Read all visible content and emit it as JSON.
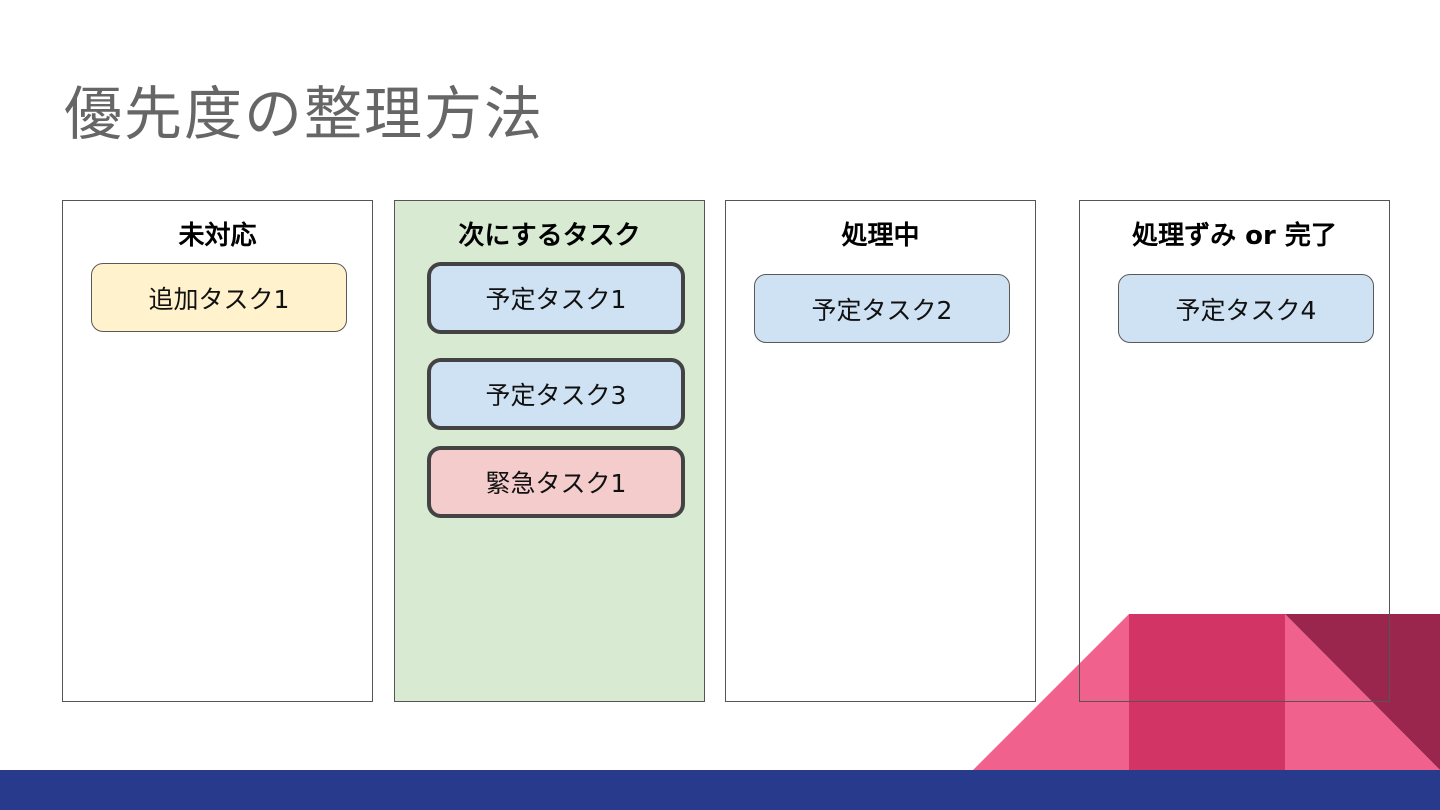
{
  "slide": {
    "title": "優先度の整理方法"
  },
  "colors": {
    "bottom_bar": "#283a8c",
    "decor_light_pink": "#f0618e",
    "decor_deep_pink": "#d23466",
    "decor_maroon": "#9a264e",
    "column_green": "#d9ead3",
    "card_yellow": "#fff2cc",
    "card_blue": "#cfe2f3",
    "card_pink": "#f4cccc"
  },
  "columns": [
    {
      "header": "未対応",
      "cards": [
        {
          "label": "追加タスク1"
        }
      ]
    },
    {
      "header": "次にするタスク",
      "cards": [
        {
          "label": "予定タスク1"
        },
        {
          "label": "予定タスク3"
        },
        {
          "label": "緊急タスク1"
        }
      ]
    },
    {
      "header": "処理中",
      "cards": [
        {
          "label": "予定タスク2"
        }
      ]
    },
    {
      "header": "処理ずみ or 完了",
      "cards": [
        {
          "label": "予定タスク4"
        }
      ]
    }
  ]
}
